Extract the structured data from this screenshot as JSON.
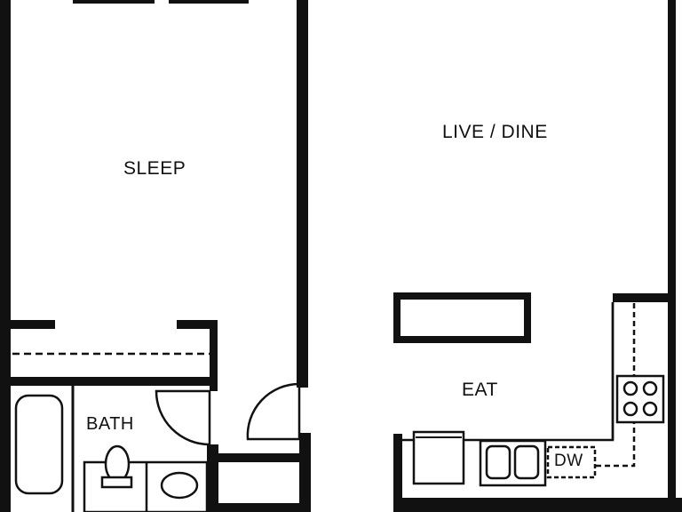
{
  "floorplan": {
    "rooms": {
      "sleep": "SLEEP",
      "live_dine": "LIVE / DINE",
      "eat": "EAT",
      "bath": "BATH"
    },
    "appliances": {
      "dishwasher": "DW"
    },
    "colors": {
      "wall": "#111111",
      "background": "#ffffff"
    }
  }
}
